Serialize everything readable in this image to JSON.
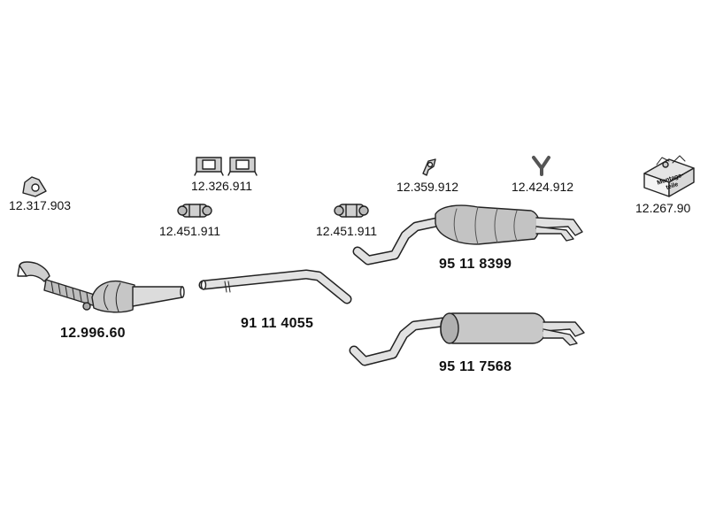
{
  "parts": {
    "gasket": "12.317.903",
    "hanger_pair": "12.326.911",
    "clamp_left": "12.451.911",
    "clamp_right": "12.451.911",
    "catalytic_converter": "12.996.60",
    "front_pipe": "91 11 4055",
    "rear_silencer_twin": "95 11 8399",
    "bracket": "12.359.912",
    "y_hanger": "12.424.912",
    "mounting_kit": "12.267.90",
    "rear_silencer": "95 11 7568"
  },
  "kit_box_text": [
    "Montage-",
    "teile"
  ],
  "colors": {
    "line": "#222222",
    "fill": "#bdbdbd",
    "fill_dark": "#8a8a8a"
  },
  "icons": {
    "gasket": "triangle-gasket-icon",
    "hanger": "rubber-hanger-icon",
    "clamp": "pipe-clamp-icon",
    "bracket": "hook-bracket-icon",
    "y_hanger": "y-hanger-icon",
    "kit": "mounting-kit-box-icon"
  }
}
